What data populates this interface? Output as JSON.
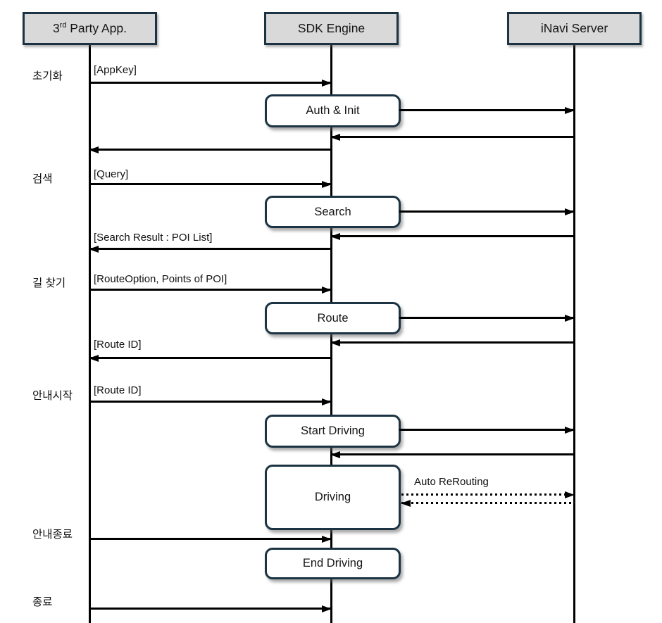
{
  "colors": {
    "box_border": "#1b3342",
    "header_fill": "#d9d9d9",
    "activity_fill": "#ffffff",
    "line": "#000000",
    "text": "#111111"
  },
  "actors": {
    "third_party": {
      "label_prefix": "3",
      "label_sup": "rd",
      "label_rest": " Party App."
    },
    "sdk_engine": {
      "label": "SDK Engine"
    },
    "inavi_server": {
      "label": "iNavi Server"
    }
  },
  "sections": {
    "init": "초기화",
    "search": "검색",
    "route": "길 찾기",
    "start_guidance": "안내시작",
    "end_guidance": "안내종료",
    "exit": "종료"
  },
  "activities": {
    "auth_init": "Auth & Init",
    "search": "Search",
    "route": "Route",
    "start_driving": "Start Driving",
    "driving": "Driving",
    "end_driving": "End Driving"
  },
  "messages": {
    "appkey": "[AppKey]",
    "query": "[Query]",
    "search_result": "[Search Result : POI List]",
    "route_option": "[RouteOption, Points of POI]",
    "route_id_return": "[Route ID]",
    "route_id_send": "[Route ID]",
    "auto_rerouting": "Auto ReRouting"
  }
}
